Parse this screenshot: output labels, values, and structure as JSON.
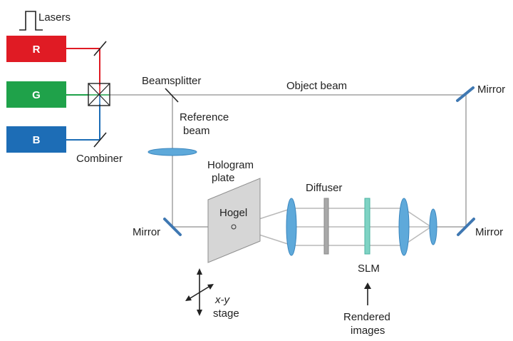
{
  "labels": {
    "lasers": "Lasers",
    "laser_r": "R",
    "laser_g": "G",
    "laser_b": "B",
    "beamsplitter": "Beamsplitter",
    "object_beam": "Object beam",
    "mirror_top_right": "Mirror",
    "reference_beam_line1": "Reference",
    "reference_beam_line2": "beam",
    "combiner": "Combiner",
    "hologram_line1": "Hologram",
    "hologram_line2": "plate",
    "hogel": "Hogel",
    "diffuser": "Diffuser",
    "mirror_left": "Mirror",
    "mirror_right": "Mirror",
    "slm": "SLM",
    "stage_line1": "x-y",
    "stage_line2": "stage",
    "rendered_line1": "Rendered",
    "rendered_line2": "images"
  },
  "colors": {
    "red_laser": "#e01b24",
    "green_laser": "#1fa24a",
    "blue_laser": "#1d6db6",
    "mirror": "#3f78b2",
    "lens": "#5ea9da",
    "beam": "#b9b9b9",
    "slm": "#7fd3c4",
    "diffuser": "#a8a8a8",
    "plate": "#d6d6d6"
  }
}
